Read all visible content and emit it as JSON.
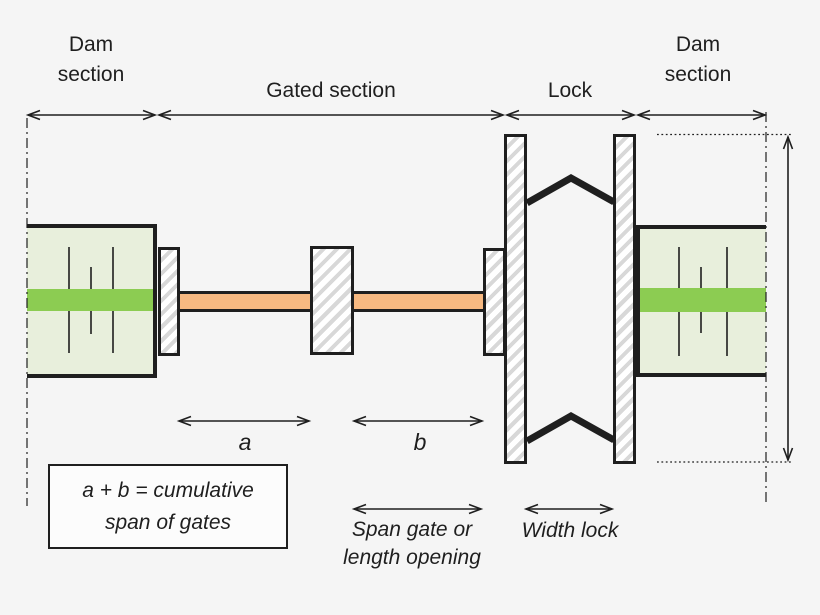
{
  "labels": {
    "dam_section_left": "Dam section",
    "gated_section": "Gated section",
    "lock": "Lock",
    "dam_section_right": "Dam section",
    "dim_a": "a",
    "dim_b": "b",
    "note_line1": "a + b = cumulative",
    "note_line2": "span of gates",
    "span_gate_line1": "Span gate or",
    "span_gate_line2": "length opening",
    "width_lock": "Width lock"
  },
  "colors": {
    "background": "#f5f5f5",
    "dam_fill": "#e8efdc",
    "dam_band": "#8ccc52",
    "gate_fill": "#f7b981",
    "hatch": "#d8d8d8",
    "line": "#1f1f1f",
    "box_bg": "#fcfcfc"
  }
}
